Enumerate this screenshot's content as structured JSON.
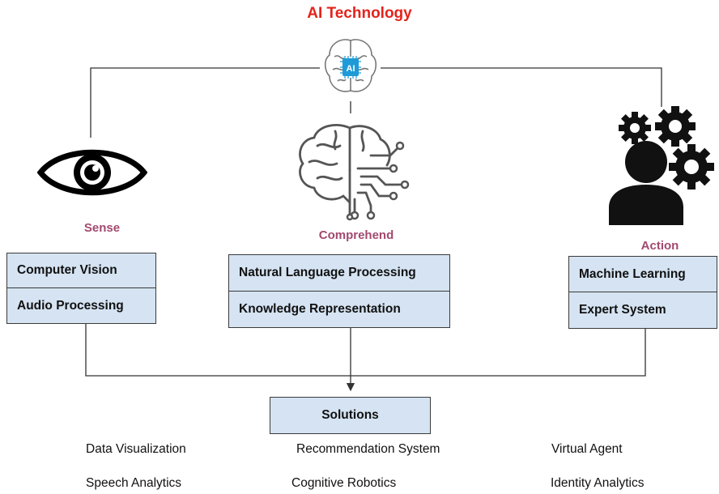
{
  "title": "AI Technology",
  "ai_chip_label": "AI",
  "categories": [
    {
      "label": "Sense",
      "items": [
        "Computer Vision",
        "Audio Processing"
      ]
    },
    {
      "label": "Comprehend",
      "items": [
        "Natural Language Processing",
        "Knowledge Representation"
      ]
    },
    {
      "label": "Action",
      "items": [
        "Machine Learning",
        "Expert System"
      ]
    }
  ],
  "solutions": {
    "label": "Solutions",
    "items": [
      "Data Visualization",
      "Recommendation System",
      "Virtual Agent",
      "Speech Analytics",
      "Cognitive Robotics",
      "Identity Analytics"
    ]
  },
  "icons": [
    "ai-brain-chip-icon",
    "eye-icon",
    "brain-circuit-icon",
    "person-gears-icon"
  ],
  "colors": {
    "title": "#e4231b",
    "category": "#a3496f",
    "box_fill": "#d5e3f2"
  }
}
